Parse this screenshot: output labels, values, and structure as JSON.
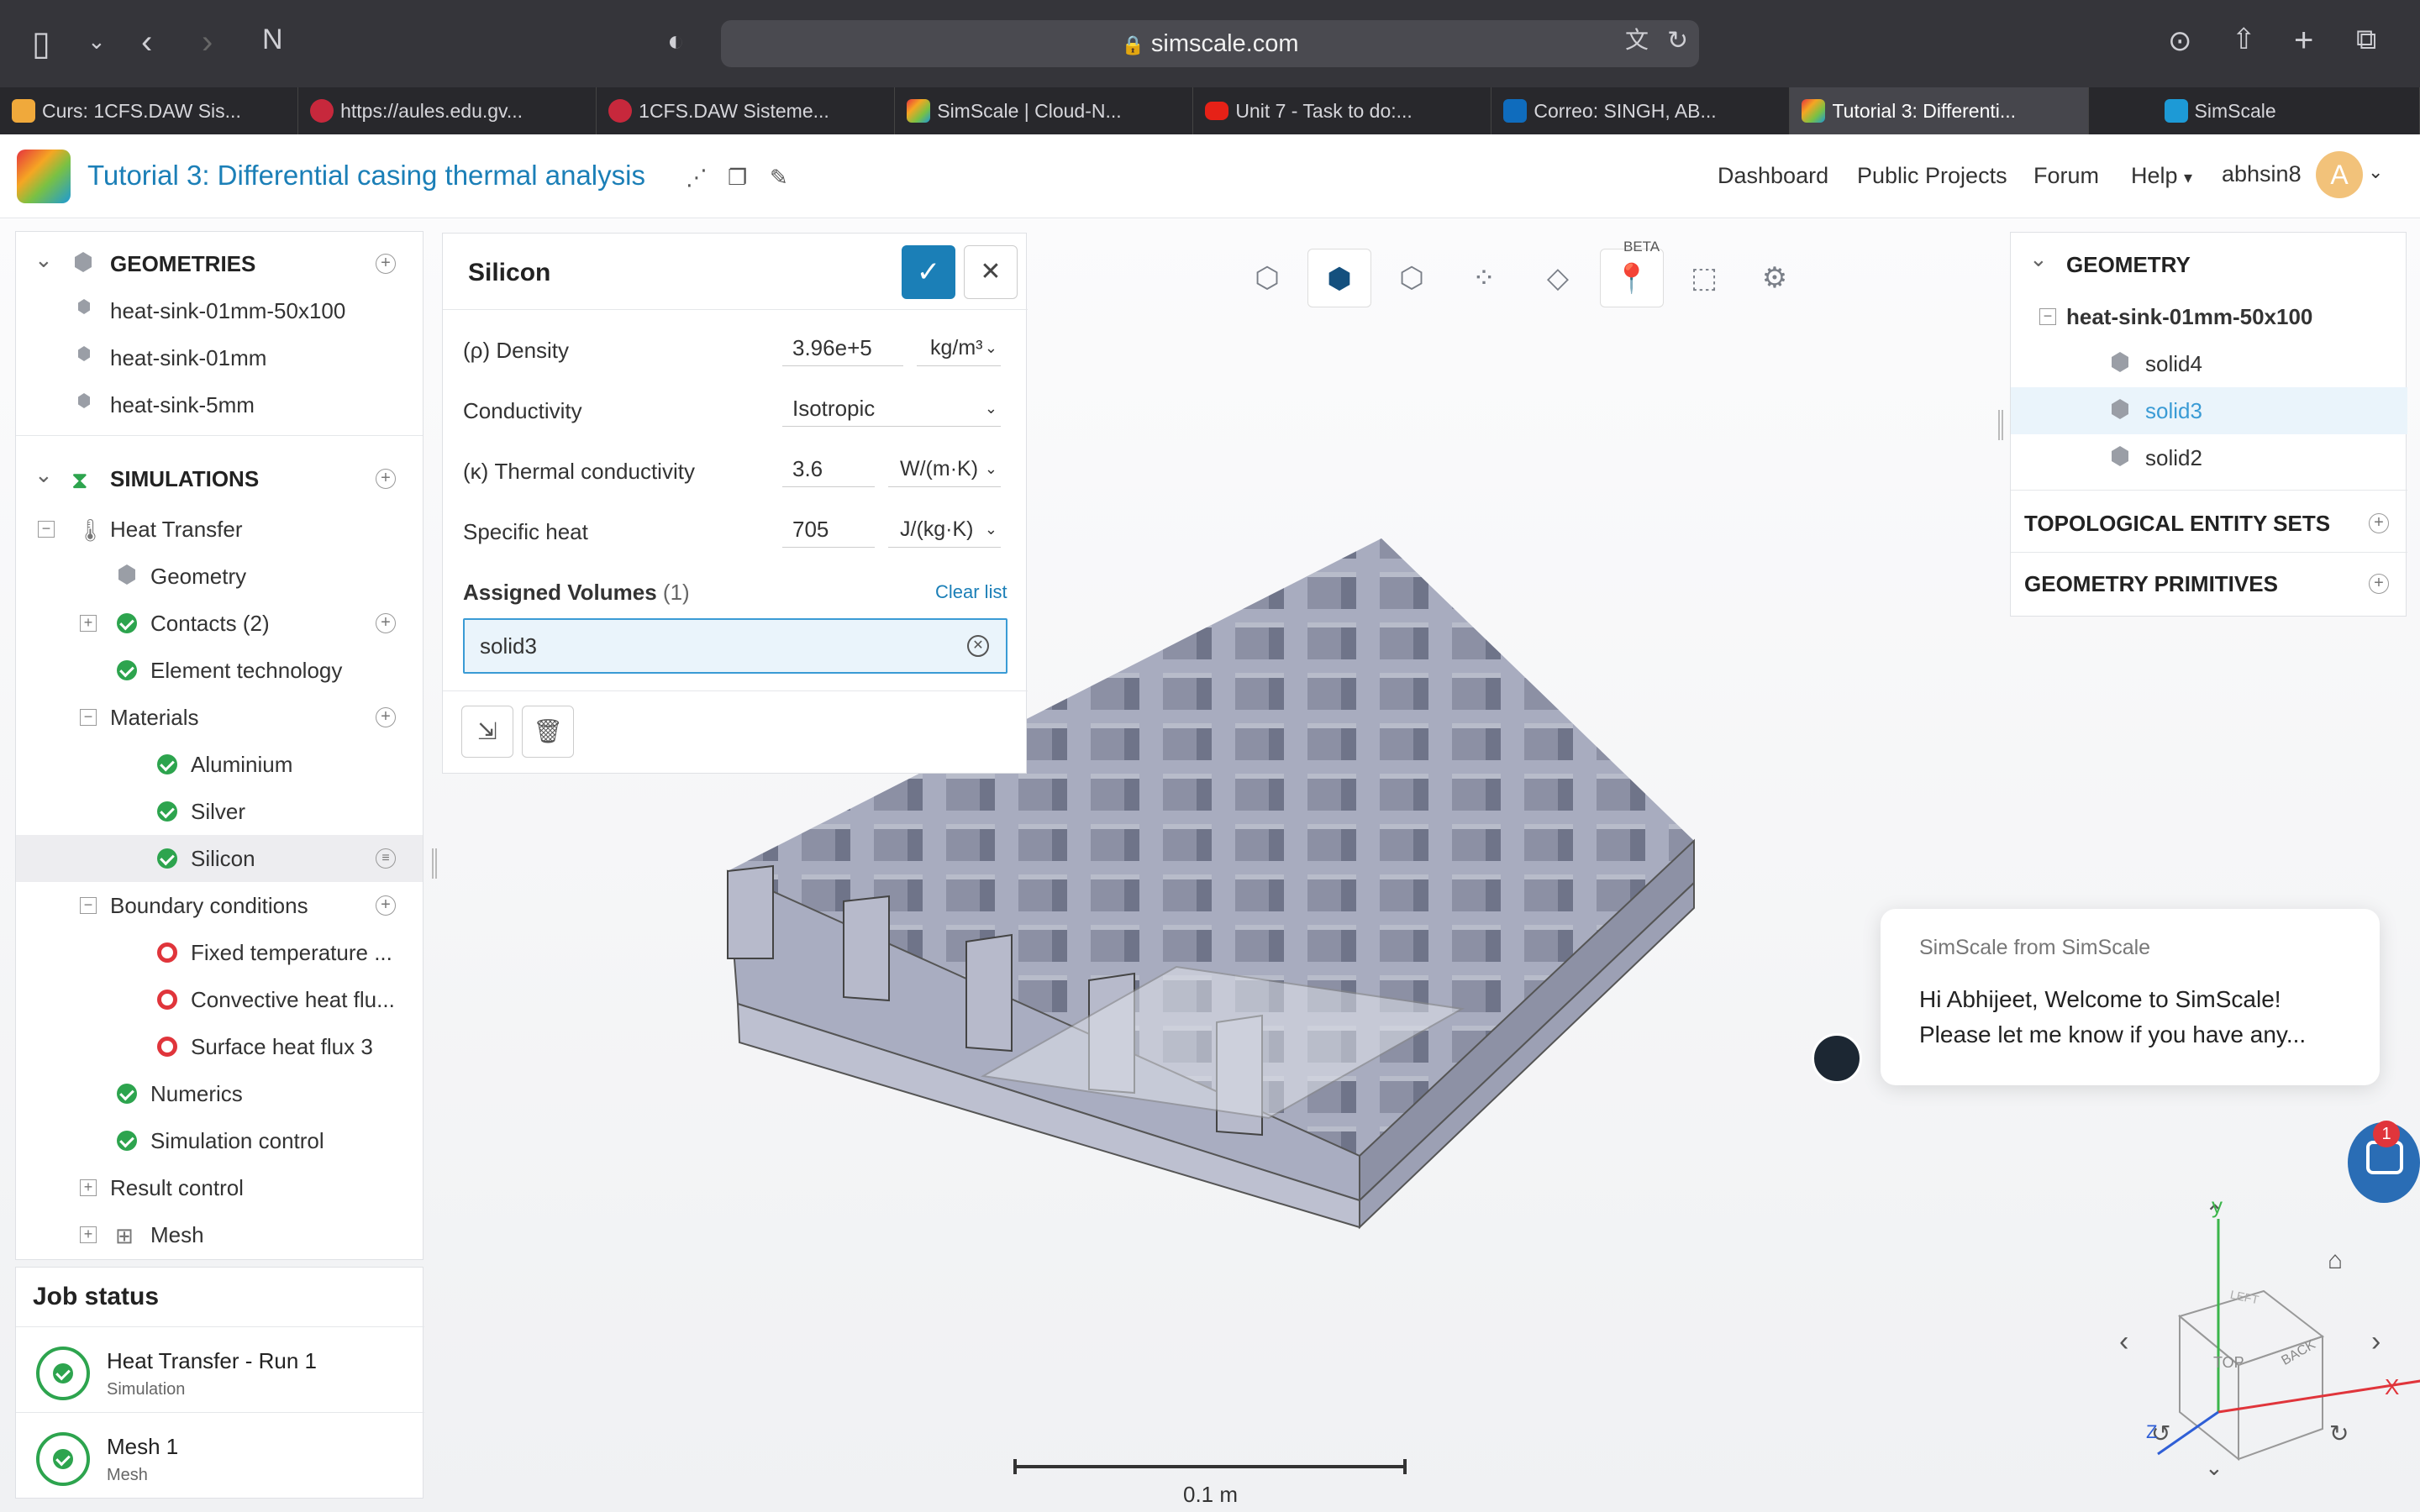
{
  "browser": {
    "url": "simscale.com",
    "tabs": [
      {
        "label": "Curs: 1CFS.DAW Sis...",
        "color": "#f0a93b",
        "active": false
      },
      {
        "label": "https://aules.edu.gv...",
        "color": "#c7283c",
        "active": false
      },
      {
        "label": "1CFS.DAW Sisteme...",
        "color": "#c7283c",
        "active": false
      },
      {
        "label": "SimScale | Cloud-N...",
        "color": "#f5a623",
        "active": false
      },
      {
        "label": "Unit 7 - Task to do:...",
        "color": "#e62117",
        "active": false
      },
      {
        "label": "Correo: SINGH, AB...",
        "color": "#0f6cbd",
        "active": false
      },
      {
        "label": "Tutorial 3: Differenti...",
        "color": "#f5a623",
        "active": true
      },
      {
        "label": "SimScale",
        "color": "#1d9ad6",
        "active": false
      }
    ]
  },
  "app": {
    "title": "Tutorial 3: Differential casing thermal analysis",
    "nav": {
      "dashboard": "Dashboard",
      "public_projects": "Public Projects",
      "forum": "Forum",
      "help": "Help",
      "user": "abhsin8",
      "avatar_letter": "A"
    }
  },
  "tree": {
    "geometries_label": "GEOMETRIES",
    "geometries": [
      "heat-sink-01mm-50x100",
      "heat-sink-01mm",
      "heat-sink-5mm"
    ],
    "simulations_label": "SIMULATIONS",
    "heat_transfer": "Heat Transfer",
    "geometry": "Geometry",
    "contacts": "Contacts (2)",
    "element_technology": "Element technology",
    "materials": "Materials",
    "aluminium": "Aluminium",
    "silver": "Silver",
    "silicon": "Silicon",
    "boundary_conditions": "Boundary conditions",
    "bc1": "Fixed temperature ...",
    "bc2": "Convective heat flu...",
    "bc3": "Surface heat flux 3",
    "numerics": "Numerics",
    "simulation_control": "Simulation control",
    "result_control": "Result control",
    "mesh": "Mesh"
  },
  "jobs": {
    "title": "Job status",
    "items": [
      {
        "name": "Heat Transfer - Run 1",
        "type": "Simulation"
      },
      {
        "name": "Mesh 1",
        "type": "Mesh"
      }
    ]
  },
  "editor": {
    "title": "Silicon",
    "density_label": "(ρ) Density",
    "density_value": "3.96e+5",
    "density_unit": "kg/m³",
    "conductivity_label": "Conductivity",
    "conductivity_value": "Isotropic",
    "thermal_label": "(κ) Thermal conductivity",
    "thermal_value": "3.6",
    "thermal_unit": "W/(m·K)",
    "specific_label": "Specific heat",
    "specific_value": "705",
    "specific_unit": "J/(kg·K)",
    "assigned_label": "Assigned Volumes",
    "assigned_count": "(1)",
    "clear_list": "Clear list",
    "assigned_item": "solid3"
  },
  "toolbar": {
    "beta": "BETA"
  },
  "right": {
    "geometry_label": "GEOMETRY",
    "root": "heat-sink-01mm-50x100",
    "solids": [
      "solid4",
      "solid3",
      "solid2"
    ],
    "topo_label": "TOPOLOGICAL ENTITY SETS",
    "prim_label": "GEOMETRY PRIMITIVES"
  },
  "chat": {
    "from": "SimScale from SimScale",
    "line1": "Hi Abhijeet, Welcome to SimScale!",
    "line2": "Please let me know if you have any...",
    "badge": "1"
  },
  "scale": {
    "label": "0.1 m"
  },
  "axes": {
    "y": "y",
    "x": "X",
    "z": "Z",
    "cube_top": "TOP",
    "cube_back": "BACK",
    "cube_left": "LEFT"
  },
  "colors": {
    "accent": "#1b7fb7",
    "success": "#2da44e",
    "error": "#e0353b",
    "selected": "#3a9bd5"
  }
}
